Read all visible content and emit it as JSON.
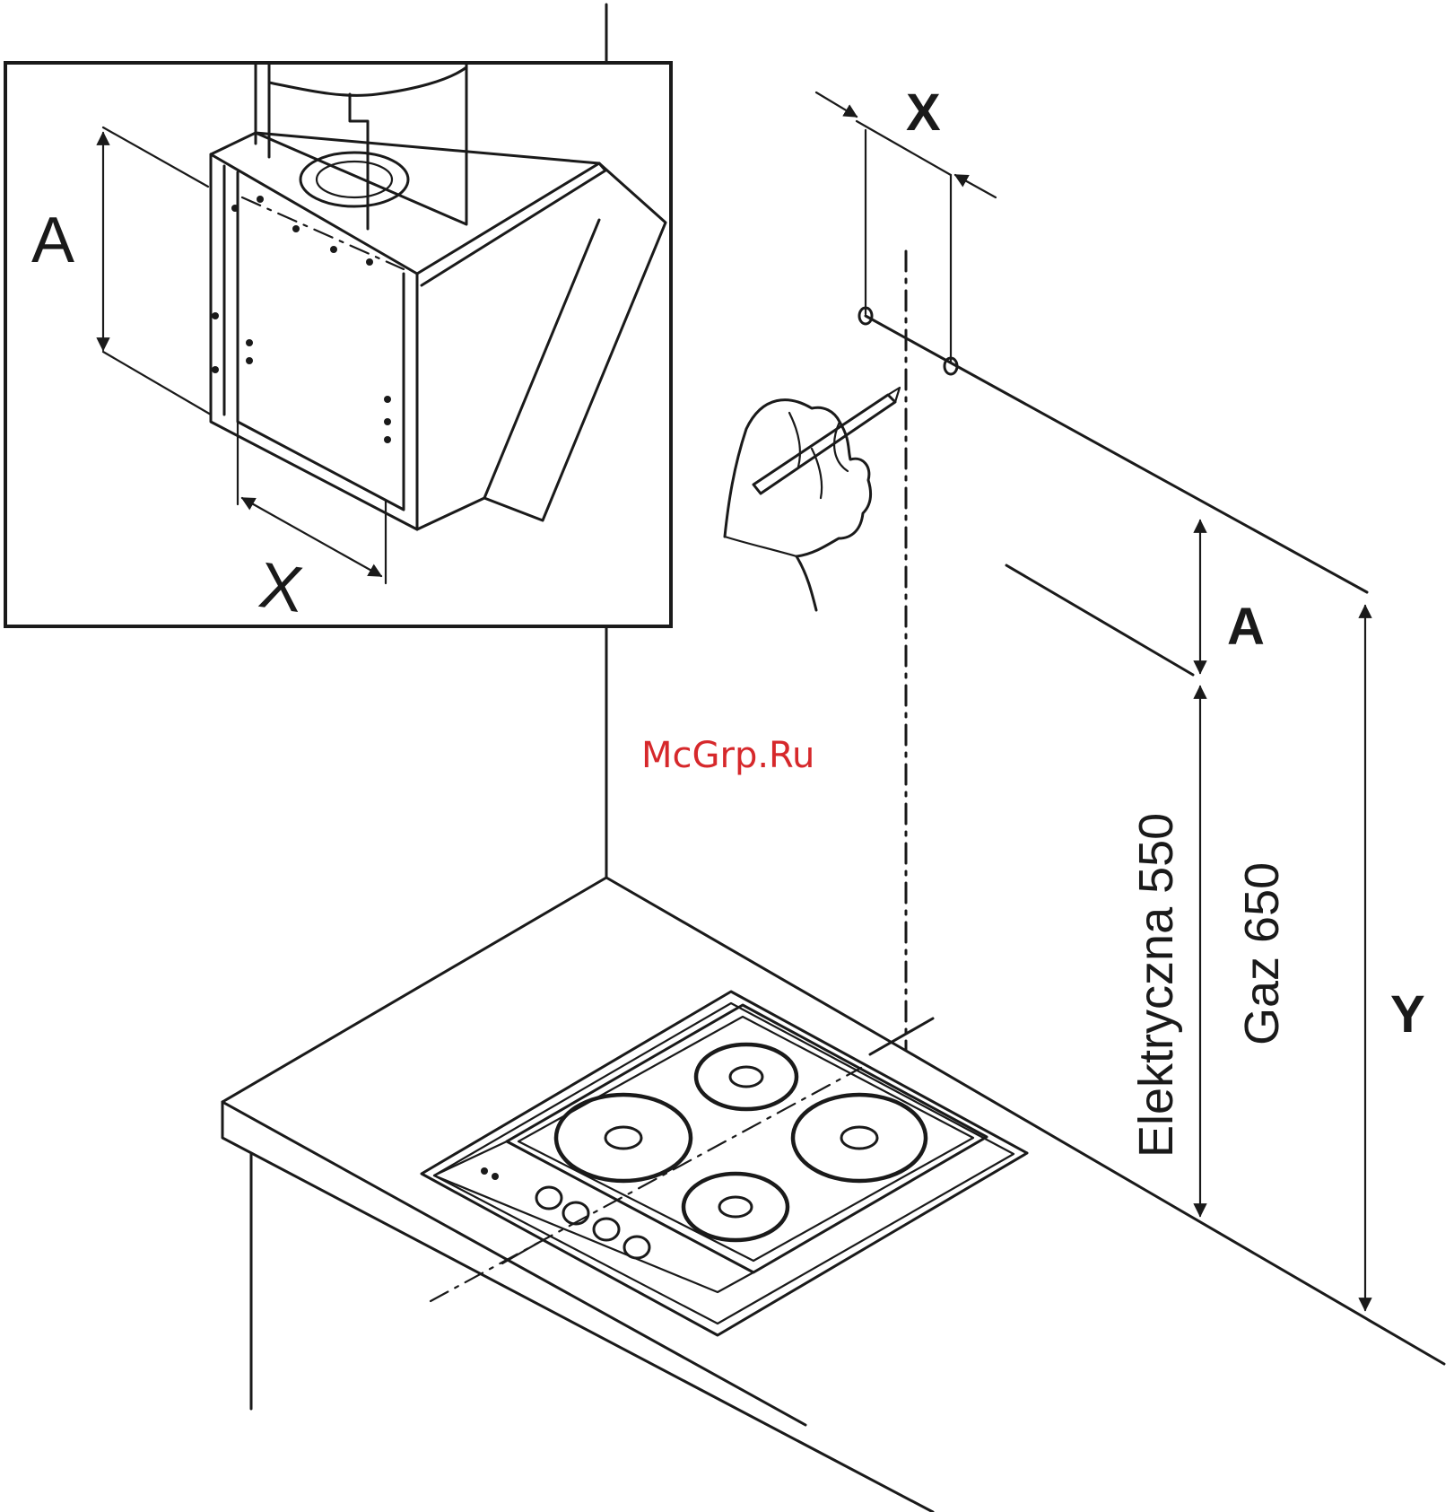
{
  "inset": {
    "label_a": "A",
    "label_x": "X"
  },
  "main": {
    "label_x": "X",
    "label_a": "A",
    "label_y": "Y",
    "label_electric": "Elektryczna 550",
    "label_gas": "Gaz 650"
  },
  "watermark": "McGrp.Ru",
  "colors": {
    "line": "#1a1a1a",
    "watermark": "#d6282b",
    "background": "#ffffff"
  }
}
